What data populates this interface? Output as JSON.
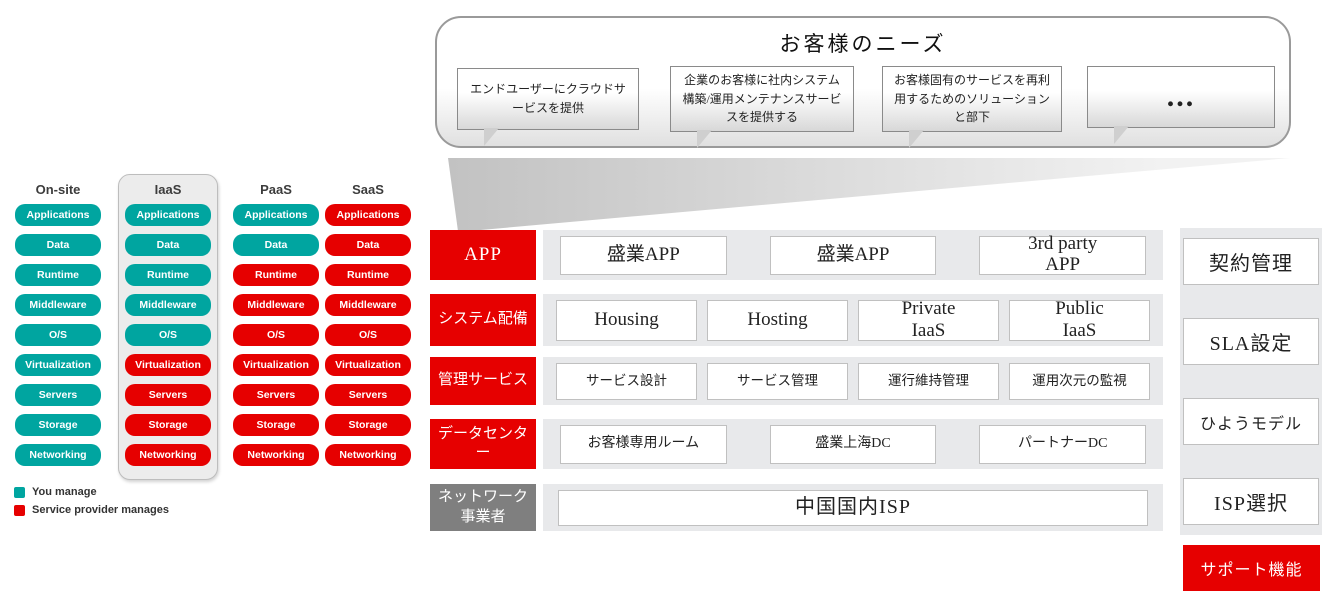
{
  "colors": {
    "you_manage": "#00A5A0",
    "provider_manages": "#E60000",
    "network_label_gray": "#7F7F7F"
  },
  "left_panel": {
    "legend": [
      {
        "label": "You manage",
        "color": "#00A5A0"
      },
      {
        "label": "Service provider manages",
        "color": "#E60000"
      }
    ],
    "columns": [
      {
        "name": "On-site",
        "highlighted": false,
        "layers": [
          {
            "label": "Applications",
            "managed": "you"
          },
          {
            "label": "Data",
            "managed": "you"
          },
          {
            "label": "Runtime",
            "managed": "you"
          },
          {
            "label": "Middleware",
            "managed": "you"
          },
          {
            "label": "O/S",
            "managed": "you"
          },
          {
            "label": "Virtualization",
            "managed": "you"
          },
          {
            "label": "Servers",
            "managed": "you"
          },
          {
            "label": "Storage",
            "managed": "you"
          },
          {
            "label": "Networking",
            "managed": "you"
          }
        ]
      },
      {
        "name": "IaaS",
        "highlighted": true,
        "layers": [
          {
            "label": "Applications",
            "managed": "you"
          },
          {
            "label": "Data",
            "managed": "you"
          },
          {
            "label": "Runtime",
            "managed": "you"
          },
          {
            "label": "Middleware",
            "managed": "you"
          },
          {
            "label": "O/S",
            "managed": "you"
          },
          {
            "label": "Virtualization",
            "managed": "provider"
          },
          {
            "label": "Servers",
            "managed": "provider"
          },
          {
            "label": "Storage",
            "managed": "provider"
          },
          {
            "label": "Networking",
            "managed": "provider"
          }
        ]
      },
      {
        "name": "PaaS",
        "highlighted": false,
        "layers": [
          {
            "label": "Applications",
            "managed": "you"
          },
          {
            "label": "Data",
            "managed": "you"
          },
          {
            "label": "Runtime",
            "managed": "provider"
          },
          {
            "label": "Middleware",
            "managed": "provider"
          },
          {
            "label": "O/S",
            "managed": "provider"
          },
          {
            "label": "Virtualization",
            "managed": "provider"
          },
          {
            "label": "Servers",
            "managed": "provider"
          },
          {
            "label": "Storage",
            "managed": "provider"
          },
          {
            "label": "Networking",
            "managed": "provider"
          }
        ]
      },
      {
        "name": "SaaS",
        "highlighted": false,
        "layers": [
          {
            "label": "Applications",
            "managed": "provider"
          },
          {
            "label": "Data",
            "managed": "provider"
          },
          {
            "label": "Runtime",
            "managed": "provider"
          },
          {
            "label": "Middleware",
            "managed": "provider"
          },
          {
            "label": "O/S",
            "managed": "provider"
          },
          {
            "label": "Virtualization",
            "managed": "provider"
          },
          {
            "label": "Servers",
            "managed": "provider"
          },
          {
            "label": "Storage",
            "managed": "provider"
          },
          {
            "label": "Networking",
            "managed": "provider"
          }
        ]
      }
    ]
  },
  "needs": {
    "title": "お客様のニーズ",
    "bubbles": [
      {
        "text": "エンドユーザーにクラウドサービスを提供"
      },
      {
        "text": "企業のお客様に社内システム構築/運用メンテナンスサービスを提供する"
      },
      {
        "text": "お客様固有のサービスを再利用するためのソリューションと部下"
      },
      {
        "text": "..."
      }
    ]
  },
  "stack": {
    "rows": [
      {
        "label": "APP",
        "label_style": "red",
        "cells": [
          "盛業APP",
          "盛業APP",
          "3rd party\nAPP"
        ]
      },
      {
        "label": "システム配備",
        "label_style": "red",
        "cells": [
          "Housing",
          "Hosting",
          "Private\nIaaS",
          "Public\nIaaS"
        ]
      },
      {
        "label": "管理サービス",
        "label_style": "red",
        "cells": [
          "サービス設計",
          "サービス管理",
          "運行維持管理",
          "運用次元の監視"
        ]
      },
      {
        "label": "データセンター",
        "label_style": "red",
        "cells": [
          "お客様専用ルーム",
          "盛業上海DC",
          "パートナーDC"
        ]
      },
      {
        "label": "ネットワーク事業者",
        "label_style": "gray",
        "cells": [
          "中国国内ISP"
        ]
      }
    ]
  },
  "side_panel": {
    "items": [
      "契約管理",
      "SLA設定",
      "ひようモデル",
      "ISP選択"
    ],
    "support_label": "サポート機能"
  }
}
